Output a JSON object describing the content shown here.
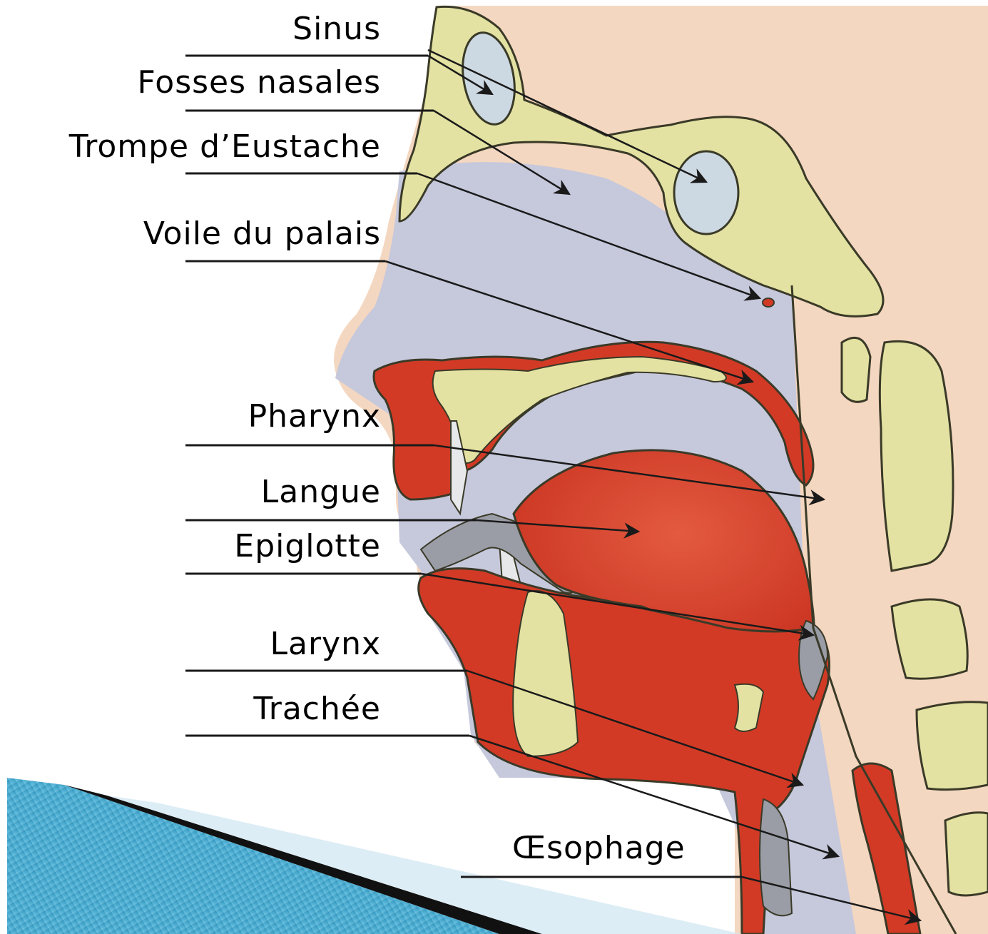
{
  "labels": {
    "sinus": "Sinus",
    "fosses_nasales": "Fosses nasales",
    "trompe_eustache": "Trompe d’Eustache",
    "voile_palais": "Voile du palais",
    "pharynx": "Pharynx",
    "langue": "Langue",
    "epiglotte": "Epiglotte",
    "larynx": "Larynx",
    "trachee": "Trachée",
    "oesophage": "Œsophage"
  },
  "colors": {
    "skin": "#f4d7c0",
    "bone": "#e4e2a2",
    "airway": "#c6c8dc",
    "muscle": "#d23a26",
    "tongue": "#d9422c",
    "cartilage": "#9a9da6",
    "sinus_cavity": "#cdd9e2",
    "accent_blue": "#3aa8d0",
    "outline": "#3a3a28"
  }
}
